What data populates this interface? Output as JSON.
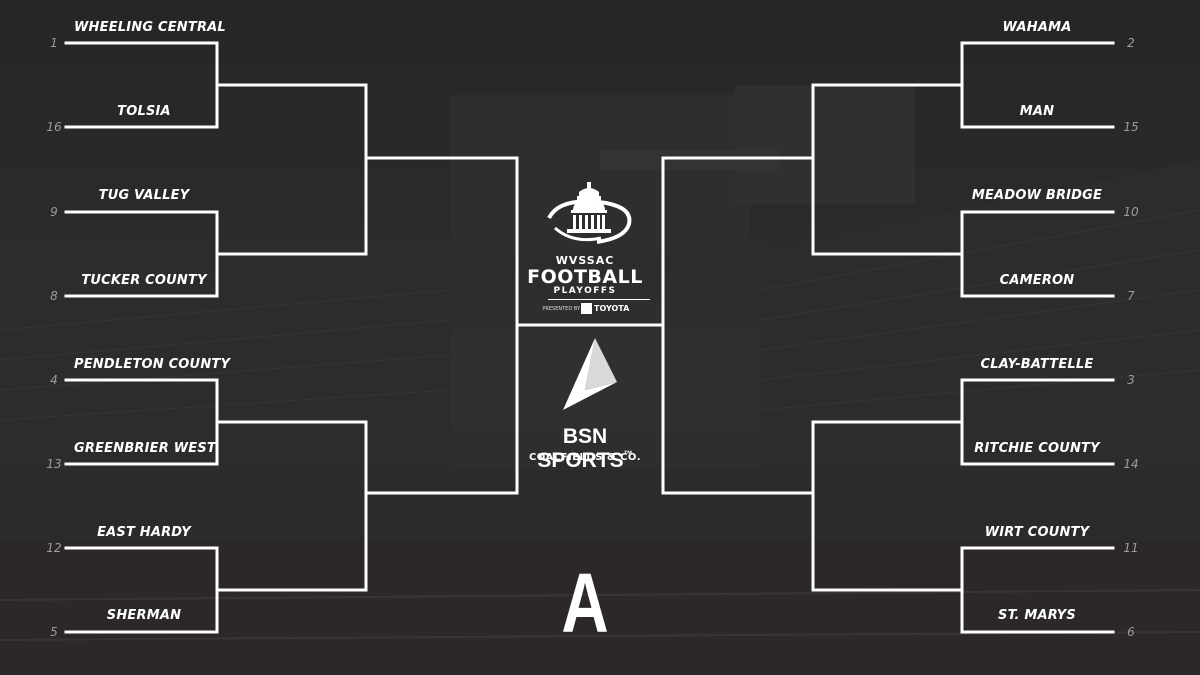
{
  "left_teams": [
    {
      "name": "WHEELING CENTRAL",
      "seed": "1"
    },
    {
      "name": "TOLSIA",
      "seed": "16"
    },
    {
      "name": "TUG VALLEY",
      "seed": "9"
    },
    {
      "name": "TUCKER COUNTY",
      "seed": "8"
    },
    {
      "name": "PENDLETON COUNTY",
      "seed": "4"
    },
    {
      "name": "GREENBRIER WEST",
      "seed": "13"
    },
    {
      "name": "EAST HARDY",
      "seed": "12"
    },
    {
      "name": "SHERMAN",
      "seed": "5"
    }
  ],
  "right_teams": [
    {
      "name": "WAHAMA",
      "seed": "2"
    },
    {
      "name": "MAN",
      "seed": "15"
    },
    {
      "name": "MEADOW BRIDGE",
      "seed": "10"
    },
    {
      "name": "CAMERON",
      "seed": "7"
    },
    {
      "name": "CLAY-BATTELLE",
      "seed": "3"
    },
    {
      "name": "RITCHIE COUNTY",
      "seed": "14"
    },
    {
      "name": "WIRT COUNTY",
      "seed": "11"
    },
    {
      "name": "ST. MARYS",
      "seed": "6"
    }
  ],
  "logo_wvssac": {
    "line1": "WVSSAC",
    "line2": "FOOTBALL",
    "line3": "PLAYOFFS",
    "presented": "PRESENTED BY",
    "sponsor": "TOYOTA"
  },
  "logo_bsn": {
    "name": "BSN SPORTS",
    "tm": "™",
    "sub": "COALFIELDS & CO."
  },
  "class_letter": "A",
  "colors": {
    "background": "#262628",
    "lines": "#ffffff",
    "seed": "#9c9c9e"
  }
}
